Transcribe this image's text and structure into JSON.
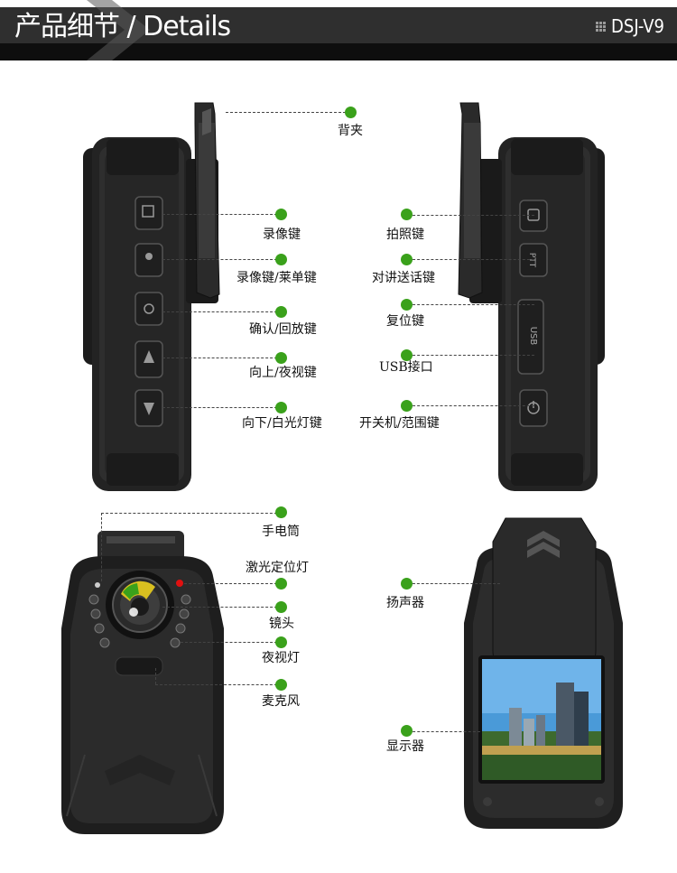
{
  "header": {
    "title": "产品细节 / Details",
    "model": "DSJ-V9"
  },
  "callouts": {
    "back_clip": "背夹",
    "record_key": "录像键",
    "record_menu_key": "录像键/莱单键",
    "confirm_playback_key": "确认/回放键",
    "up_night_key": "向上/夜视键",
    "down_light_key": "向下/白光灯键",
    "photo_key": "拍照键",
    "ptt_key": "对讲送话键",
    "reset_key": "复位键",
    "usb_port": "USB接口",
    "power_key": "开关机/范围键",
    "flashlight": "手电筒",
    "laser": "激光定位灯",
    "lens": "镜头",
    "night_light": "夜视灯",
    "microphone": "麦克风",
    "speaker": "扬声器",
    "display": "显示器"
  },
  "device_markings": {
    "ptt": "PTT",
    "usb": "USB"
  },
  "colors": {
    "dot": "#3aa11b",
    "laser_dot": "#e01010",
    "header_bg": "#2f2f2f"
  }
}
